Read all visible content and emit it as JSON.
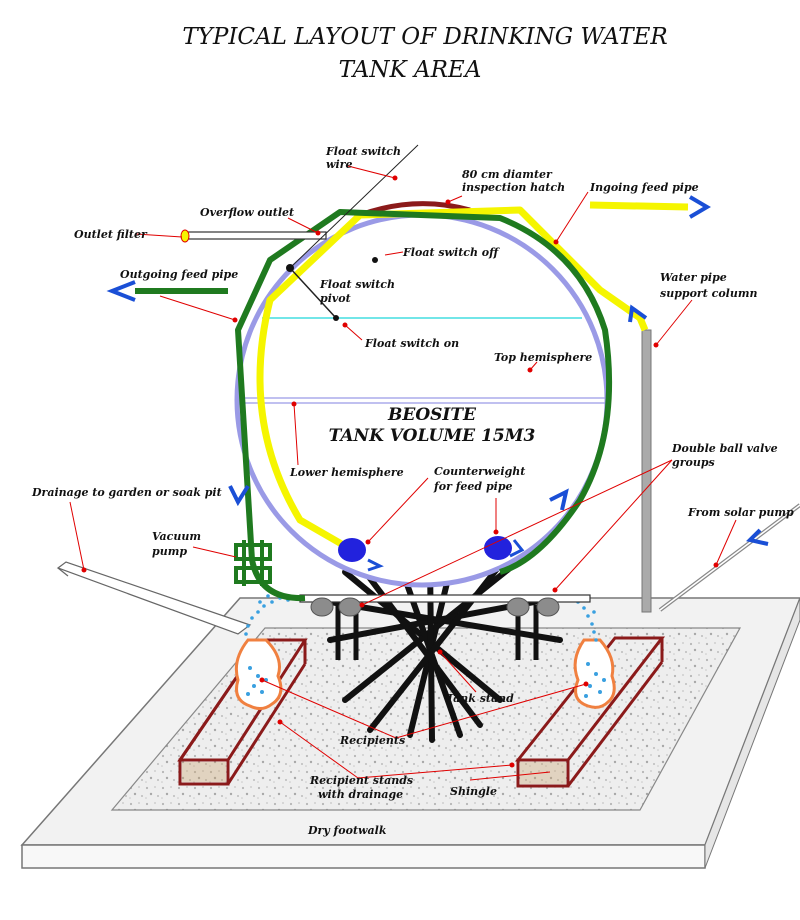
{
  "title": {
    "line1": "TYPICAL LAYOUT OF DRINKING WATER",
    "line2": "TANK AREA"
  },
  "tank": {
    "line1": "BEOSITE",
    "line2": "TANK VOLUME 15M3"
  },
  "labels": {
    "float_switch_wire_1": "Float switch",
    "float_switch_wire_2": "wire",
    "hatch_1": "80 cm diamter",
    "hatch_2": "inspection hatch",
    "ingoing_feed_pipe": "Ingoing feed pipe",
    "overflow_outlet": "Overflow outlet",
    "outlet_filter": "Outlet filter",
    "float_switch_off": "Float switch off",
    "outgoing_feed_pipe": "Outgoing feed pipe",
    "float_switch_pivot_1": "Float switch",
    "float_switch_pivot_2": "pivot",
    "water_pipe_support_1": "Water pipe",
    "water_pipe_support_2": "support column",
    "float_switch_on": "Float switch on",
    "top_hemisphere": "Top hemisphere",
    "double_ball_valve_1": "Double ball valve",
    "double_ball_valve_2": "groups",
    "lower_hemisphere": "Lower hemisphere",
    "counterweight_1": "Counterweight",
    "counterweight_2": "for feed pipe",
    "drainage": "Drainage to garden or soak pit",
    "from_solar_pump": "From solar pump",
    "vacuum_pump_1": "Vacuum",
    "vacuum_pump_2": "pump",
    "tank_stand": "Tank stand",
    "recipients": "Recipients",
    "recipient_stands_1": "Recipient stands",
    "recipient_stands_2": "with drainage",
    "shingle": "Shingle",
    "dry_footwalk": "Dry footwalk"
  },
  "colors": {
    "outgoing_pipe": "#1f7a1f",
    "ingoing_pipe": "#f5f500",
    "tank_outline": "#9a9ae6",
    "flow_arrow": "#1a4fd6",
    "leader": "#e00000",
    "recipient_stand": "#8b1a1a",
    "recipient": "#f08040",
    "water_spray": "#3aa0e0",
    "hatch": "#8b1a1a"
  }
}
